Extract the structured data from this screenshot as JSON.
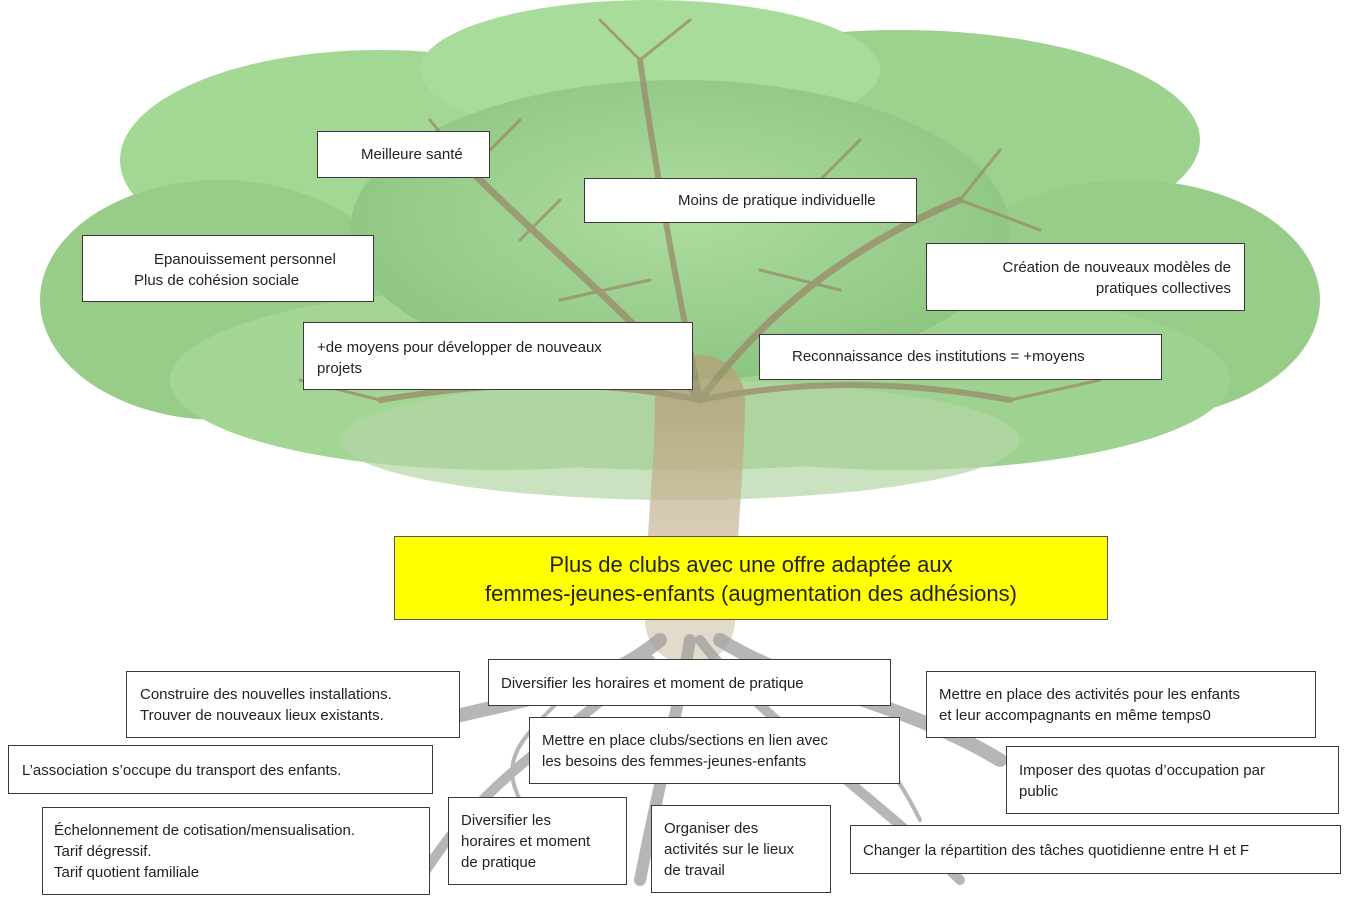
{
  "colors": {
    "core_fill": "#ffff00",
    "foliage": "#7dc26f",
    "trunk": "#b9a17a",
    "roots": "#8c8c8c"
  },
  "core": {
    "line1": "Plus de clubs avec une offre adaptée aux",
    "line2": "femmes-jeunes-enfants (augmentation des adhésions)"
  },
  "effects": {
    "meilleure_sante": "Meilleure santé",
    "moins_pratique": "Moins de pratique individuelle",
    "epanouissement_1": "Epanouissement personnel",
    "epanouissement_2": "Plus de cohésion sociale",
    "creation_1": "Création de nouveaux modèles de",
    "creation_2": "pratiques collectives",
    "moyens_1": "+de moyens pour développer de nouveaux",
    "moyens_2": "projets",
    "reconnaissance": "Reconnaissance des institutions = +moyens"
  },
  "causes": {
    "construire_1": "Construire des nouvelles installations.",
    "construire_2": "Trouver de nouveaux lieux existants.",
    "diversifier_top": "Diversifier les horaires et moment de pratique",
    "mettre_activites_1": "Mettre en place des activités pour les enfants",
    "mettre_activites_2": "et leur accompagnants en même temps0",
    "transport": "L’association s’occupe du transport des enfants.",
    "clubs_1": "Mettre en place clubs/sections en lien avec",
    "clubs_2": "les besoins des femmes-jeunes-enfants",
    "quotas_1": "Imposer des quotas d’occupation par",
    "quotas_2": "public",
    "echelonnement_1": "Échelonnement de cotisation/mensualisation.",
    "echelonnement_2": "Tarif dégressif.",
    "echelonnement_3": "Tarif quotient familiale",
    "diversifier_small_1": "Diversifier les",
    "diversifier_small_2": "horaires et moment",
    "diversifier_small_3": "de pratique",
    "organiser_1": "Organiser des",
    "organiser_2": "activités sur le lieux",
    "organiser_3": "de travail",
    "repartition": "Changer la répartition des tâches quotidienne entre H et F"
  }
}
